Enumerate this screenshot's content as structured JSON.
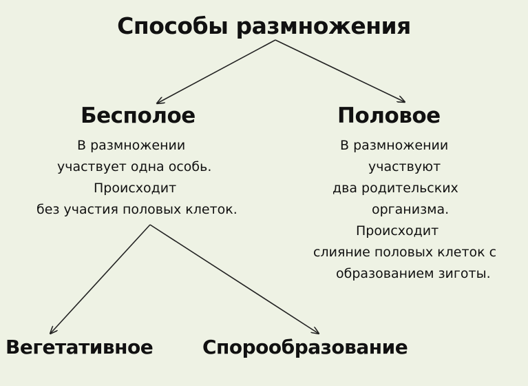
{
  "diagram": {
    "title": "Способы размножения",
    "asexual": {
      "heading": "Бесполое",
      "lines": [
        "В размножении",
        "участвует одна особь.",
        "Происходит",
        "без участия половых клеток."
      ]
    },
    "sexual": {
      "heading": "Половое",
      "lines": [
        "В размножении",
        "участвуют",
        "два родительских",
        "организма.",
        "Происходит",
        "слияние половых клеток с",
        "образованием зиготы."
      ]
    },
    "asexual_types": [
      "Вегетативное",
      "Спорообразование"
    ]
  }
}
